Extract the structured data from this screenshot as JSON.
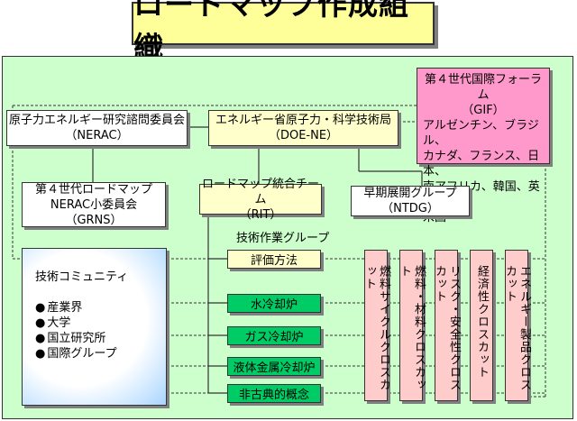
{
  "title": "ロードマップ作成組織",
  "nerac": {
    "line1": "原子力エネルギー研究諮問委員会",
    "line2": "（NERAC）"
  },
  "doe": {
    "line1": "エネルギー省原子力・科学技術局",
    "line2": "（DOE-NE）"
  },
  "gif": {
    "line1": "第４世代国際フォーラム",
    "line2": "（GIF）",
    "countries": [
      "アルゼンチン、ブラジル、",
      "カナダ、フランス、日本、",
      "南アフリカ、韓国、英国、",
      "米国"
    ]
  },
  "grns": {
    "line1": "第４世代ロードマップ",
    "line2": "NERAC小委員会",
    "line3": "（GRNS）"
  },
  "rit": {
    "line1": "ロードマップ統合チーム",
    "line2": "（RIT）"
  },
  "ntdg": {
    "line1": "早期展開グループ",
    "line2": "（NTDG）"
  },
  "tech_group_label": "技術作業グループ",
  "community": {
    "title": "技術コミュニティ",
    "items": [
      "産業界",
      "大学",
      "国立研究所",
      "国際グループ"
    ]
  },
  "tech_groups": [
    "評価方法",
    "水冷却炉",
    "ガス冷却炉",
    "液体金属冷却炉",
    "非古典的概念"
  ],
  "crosscuts": [
    "燃料サイクルクロスカット",
    "燃料・材料クロスカット",
    "リスク・安全性クロスカット",
    "経済性クロスカット",
    "エネルギー製品クロスカット"
  ],
  "colors": {
    "panel": "#ccffcc",
    "title_bg": "#ffff99",
    "gif_bg": "#ff99cc",
    "doe_rit_bg": "#ffffcc",
    "tech_group_bg": "#00cc66",
    "crosscut_bg": "#ffcccc"
  }
}
